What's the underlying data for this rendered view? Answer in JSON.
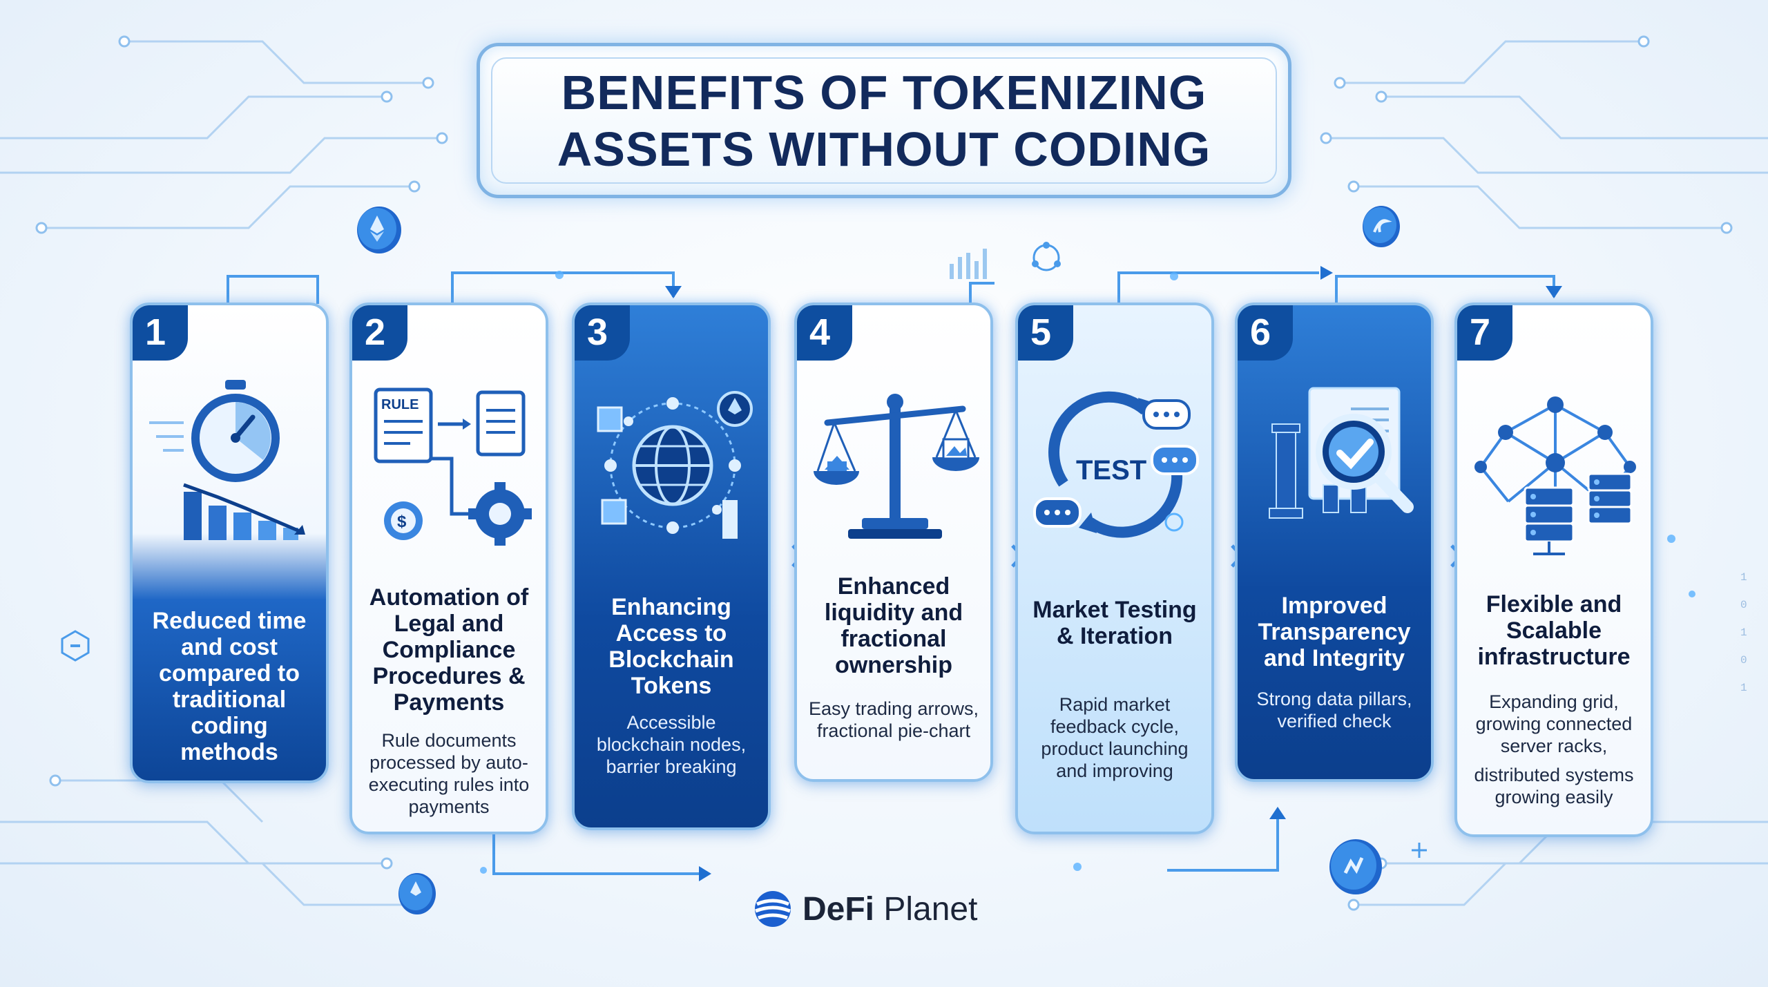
{
  "title": {
    "line1": "BENEFITS OF TOKENIZING",
    "line2": "ASSETS WITHOUT CODING"
  },
  "cards": [
    {
      "number": "1",
      "title": "Reduced time and cost compared to traditional coding methods",
      "description": "",
      "icon": "stopwatch-declining-bars-icon",
      "style": "split"
    },
    {
      "number": "2",
      "title": "Automation of Legal and Compliance Procedures & Payments",
      "description": "Rule documents processed by auto-executing rules into payments",
      "icon": "rule-documents-gears-icon",
      "rule_label": "RULE",
      "style": "light"
    },
    {
      "number": "3",
      "title": "Enhancing Access to Blockchain Tokens",
      "description": "Accessible blockchain nodes, barrier breaking",
      "icon": "globe-network-icon",
      "style": "dark"
    },
    {
      "number": "4",
      "title": "Enhanced liquidity and fractional ownership",
      "description": "Easy trading arrows, fractional pie-chart",
      "icon": "balance-scale-icon",
      "style": "light"
    },
    {
      "number": "5",
      "title": "Market Testing & Iteration",
      "description": "Rapid market feedback cycle, product launching and improving",
      "icon": "test-cycle-icon",
      "test_label": "TEST",
      "style": "mid"
    },
    {
      "number": "6",
      "title": "Improved Transparency and Integrity",
      "description": "Strong data pillars, verified check",
      "icon": "pillars-magnifier-check-icon",
      "style": "dark"
    },
    {
      "number": "7",
      "title": "Flexible and Scalable infrastructure",
      "description": "Expanding grid, growing connected server racks,",
      "description2": "distributed systems growing easily",
      "icon": "network-servers-icon",
      "style": "light"
    }
  ],
  "logo": {
    "bold": "DeFi",
    "regular": " Planet",
    "icon": "planet-logo-icon"
  },
  "colors": {
    "primary": "#0e4ea0",
    "accent": "#3a9bf0",
    "title": "#122a5c"
  }
}
